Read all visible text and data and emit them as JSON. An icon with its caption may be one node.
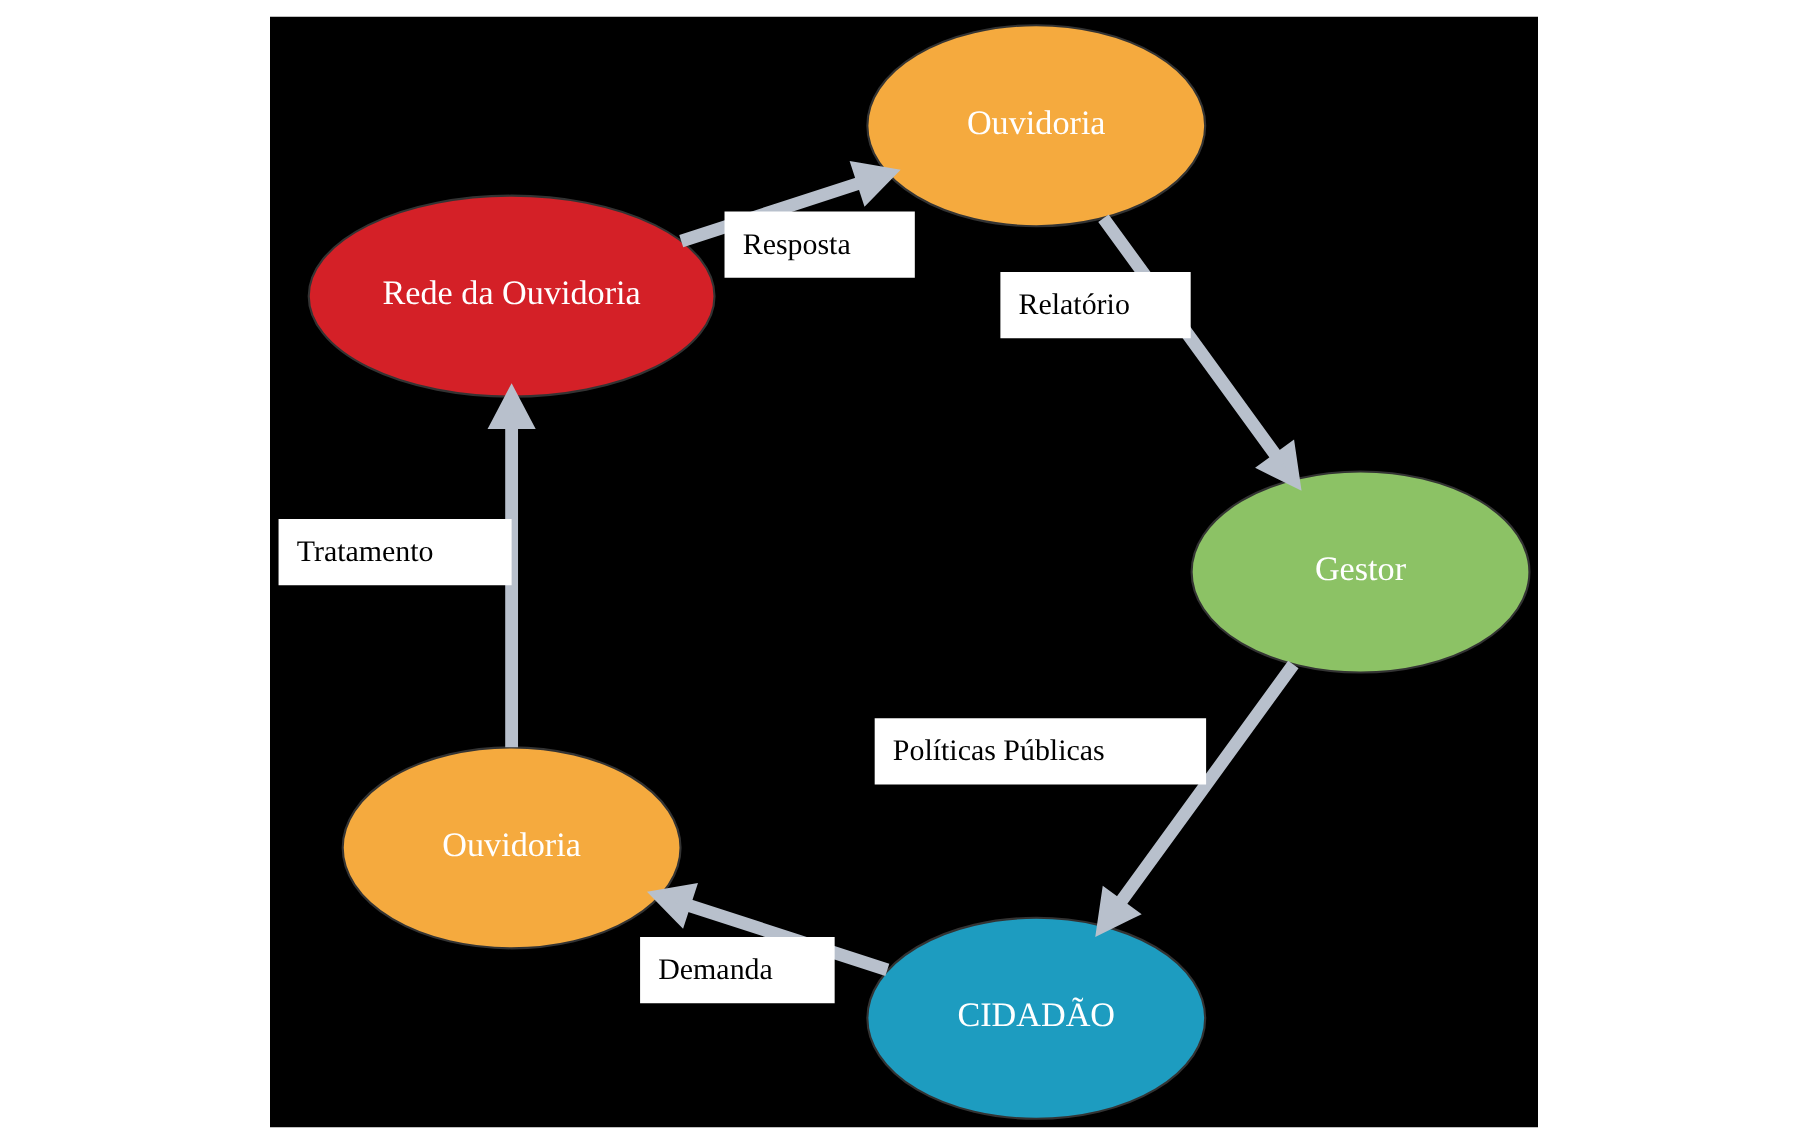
{
  "diagram": {
    "nodes": [
      {
        "text": [
          "CIDADÃO"
        ]
      },
      {
        "text": [
          "Ouvidoria"
        ]
      },
      {
        "text": [
          "Rede da Ouvidoria"
        ]
      },
      {
        "text": [
          "Ouvidoria"
        ]
      },
      {
        "text": [
          "Gestor"
        ]
      }
    ],
    "edges": [
      {
        "from": 0,
        "to": 1,
        "arrow": "to",
        "label": "Demanda"
      },
      {
        "from": 1,
        "to": 2,
        "arrow": "to",
        "label": "Tratamento"
      },
      {
        "from": 2,
        "to": 3,
        "arrow": "to",
        "label": "Resposta"
      },
      {
        "from": 3,
        "to": 4,
        "arrow": "to",
        "label": "Relatório"
      },
      {
        "from": 4,
        "to": 0,
        "arrow": "to",
        "label": "Políticas Públicas"
      }
    ]
  }
}
